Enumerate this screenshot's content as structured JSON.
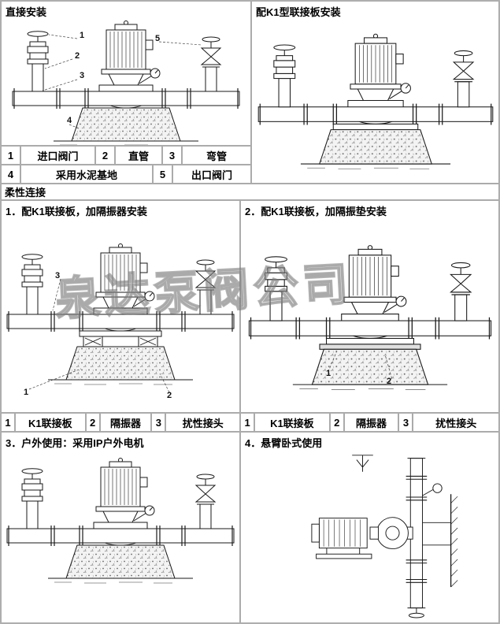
{
  "watermark": "泉达泵阀公司",
  "sections": {
    "direct": {
      "title": "直接安装"
    },
    "k1": {
      "title": "配K1型联接板安装"
    },
    "flexible_header": "柔性连接",
    "panel1": {
      "title": "1．配K1联接板，加隔振器安装"
    },
    "panel2": {
      "title": "2．配K1联接板，加隔振垫安装"
    },
    "panel3": {
      "title": "3．户外使用：采用IP户外电机"
    },
    "panel4": {
      "title": "4．悬臂卧式使用"
    }
  },
  "legend_direct": {
    "row1": [
      {
        "num": "1",
        "label": "进口阀门"
      },
      {
        "num": "2",
        "label": "直管"
      },
      {
        "num": "3",
        "label": "弯管"
      }
    ],
    "row2": [
      {
        "num": "4",
        "label": "采用水泥基地"
      },
      {
        "num": "5",
        "label": "出口阀门"
      }
    ]
  },
  "legend_flexible": [
    {
      "num": "1",
      "label": "K1联接板"
    },
    {
      "num": "2",
      "label": "隔振器"
    },
    {
      "num": "3",
      "label": "扰性接头"
    }
  ],
  "callouts": {
    "direct": [
      "1",
      "2",
      "3",
      "4",
      "5"
    ],
    "panel1": [
      "3",
      "1",
      "2"
    ],
    "panel2": [
      "1",
      "2"
    ]
  }
}
